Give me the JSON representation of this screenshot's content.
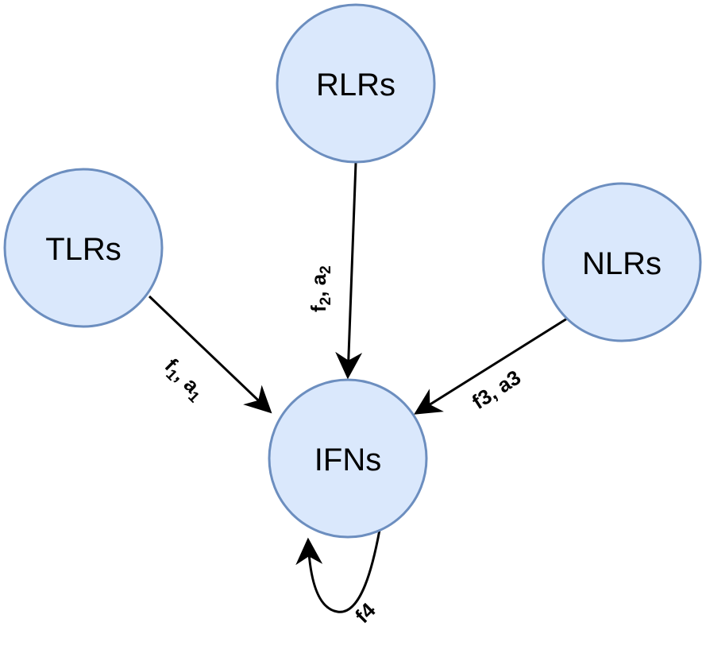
{
  "nodes": {
    "rlrs": {
      "label": "RLRs"
    },
    "tlrs": {
      "label": "TLRs"
    },
    "nlrs": {
      "label": "NLRs"
    },
    "ifns": {
      "label": "IFNs"
    }
  },
  "edges": {
    "tlrs_to_ifns": {
      "f": "f",
      "f_sub": "1",
      "sep": ", ",
      "a": "a",
      "a_sub": "1"
    },
    "rlrs_to_ifns": {
      "f": "f",
      "f_sub": "2",
      "sep": ", ",
      "a": "a",
      "a_sub": "2"
    },
    "nlrs_to_ifns": {
      "label": "f3, a3"
    },
    "ifns_self_loop": {
      "label": "f4"
    }
  },
  "colors": {
    "node_fill": "#dae8fc",
    "node_stroke": "#6c8ebf",
    "edge": "#000000"
  }
}
